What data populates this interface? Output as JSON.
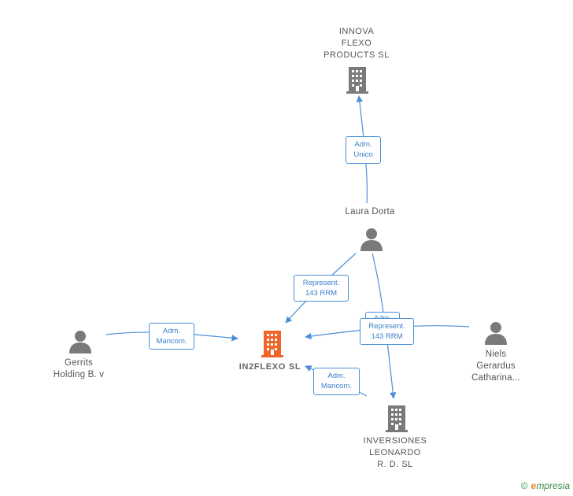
{
  "nodes": {
    "innova": {
      "lines": [
        "INNOVA",
        "FLEXO",
        "PRODUCTS  SL"
      ],
      "type": "company"
    },
    "laura": {
      "lines": [
        "Laura Dorta"
      ],
      "type": "person"
    },
    "inflexo": {
      "lines": [
        "IN2FLEXO  SL"
      ],
      "type": "company-main"
    },
    "gerrits": {
      "lines": [
        "Gerrits",
        "Holding B. v"
      ],
      "type": "person"
    },
    "niels": {
      "lines": [
        "Niels",
        "Gerardus",
        "Catharina..."
      ],
      "type": "person"
    },
    "inversiones": {
      "lines": [
        "INVERSIONES",
        "LEONARDO",
        "R. D.  SL"
      ],
      "type": "company"
    }
  },
  "edge_labels": {
    "laura_innova": [
      "Adm.",
      "Unico"
    ],
    "laura_inflexo": [
      "Represent.",
      "143 RRM"
    ],
    "gerrits_inflexo": [
      "Adm.",
      "Mancom."
    ],
    "niels_inflexo": [
      "Represent.",
      "143 RRM"
    ],
    "inversiones_inflexo": [
      "Adm.",
      "Mancom."
    ],
    "laura_inversiones_hidden": [
      "Adm."
    ]
  },
  "colors": {
    "edge": "#4a8fd8",
    "node_icon": "#7a7a7a",
    "main_company": "#f0652a"
  },
  "footer": {
    "copyright": "©",
    "brand_initial": "e",
    "brand_rest": "mpresia"
  }
}
